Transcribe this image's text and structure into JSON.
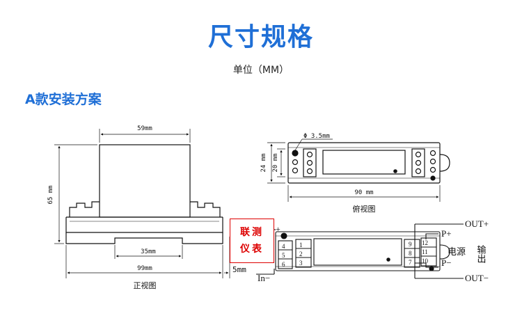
{
  "header": {
    "title": "尺寸规格",
    "unit": "单位（MM）",
    "section": "A款安装方案"
  },
  "front_view": {
    "width_top": "59mm",
    "height": "65 mm",
    "rail_width": "35mm",
    "base_width": "99mm",
    "offset": "5mm",
    "caption": "正视图"
  },
  "top_view": {
    "hole": "Φ 3.5mm",
    "height_outer": "24 mm",
    "height_inner": "20 mm",
    "length": "90 mm",
    "caption": "俯视图"
  },
  "wiring": {
    "in_plus": "+",
    "in_minus": "In−",
    "in_short": "−",
    "terminals_left": [
      "1",
      "2",
      "3"
    ],
    "terminals_left_outer": [
      "4",
      "5",
      "6"
    ],
    "terminals_right": [
      "12",
      "11",
      "10"
    ],
    "terminals_right_outer": [
      "9",
      "8",
      "7"
    ],
    "out_plus": "OUT+",
    "out_minus": "OUT−",
    "p_plus": "P+",
    "p_minus": "P−",
    "power": "电源",
    "output": "输出"
  },
  "logo": {
    "line1": "联测",
    "line2": "仪表"
  },
  "colors": {
    "accent": "#1f6fd6",
    "logo": "#dd0000"
  }
}
